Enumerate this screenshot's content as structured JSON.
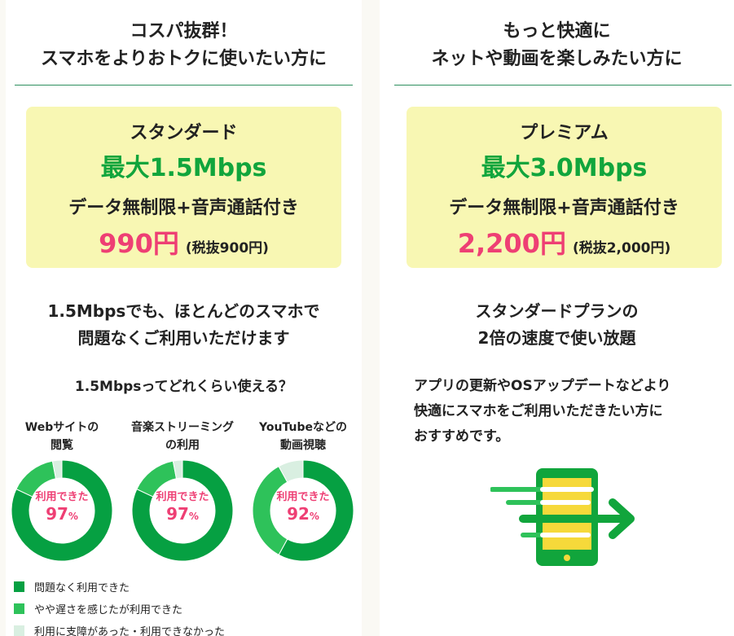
{
  "colors": {
    "dark_green": "#06a042",
    "mid_green": "#2ec25a",
    "pale_green": "#d9efe1",
    "pink": "#ee3f74",
    "card_bg": "#f8f7b3",
    "phone_yellow": "#f6d93a"
  },
  "left": {
    "heading_line1": "コスパ抜群！",
    "heading_line2": "スマホをよりおトクに使いたい方に",
    "card": {
      "plan": "スタンダード",
      "speed": "最大1.5Mbps",
      "desc": "データ無制限+音声通話付き",
      "price": "990円",
      "tax": "(税抜900円)"
    },
    "sub_line1": "1.5Mbpsでも、ほとんどのスマホで",
    "sub_line2": "問題なくご利用いただけます",
    "question": "1.5Mbpsってどれくらい使える？",
    "donuts": [
      {
        "label_line1": "Webサイトの",
        "label_line2": "閲覧",
        "caption": "利用できた",
        "percent": "97",
        "unit": "%",
        "no_issue_pct": 82,
        "slow_pct": 15,
        "fail_pct": 3
      },
      {
        "label_line1": "音楽ストリーミング",
        "label_line2": "の利用",
        "caption": "利用できた",
        "percent": "97",
        "unit": "%",
        "no_issue_pct": 82,
        "slow_pct": 15,
        "fail_pct": 3
      },
      {
        "label_line1": "YouTubeなどの",
        "label_line2": "動画視聴",
        "caption": "利用できた",
        "percent": "92",
        "unit": "%",
        "no_issue_pct": 58,
        "slow_pct": 34,
        "fail_pct": 8
      }
    ],
    "legend": [
      "問題なく利用できた",
      "やや遅さを感じたが利用できた",
      "利用に支障があった・利用できなかった"
    ]
  },
  "right": {
    "heading_line1": "もっと快適に",
    "heading_line2": "ネットや動画を楽しみたい方に",
    "card": {
      "plan": "プレミアム",
      "speed": "最大3.0Mbps",
      "desc": "データ無制限+音声通話付き",
      "price": "2,200円",
      "tax": "(税抜2,000円)"
    },
    "sub_line1": "スタンダードプランの",
    "sub_line2": "2倍の速度で使い放題",
    "text_line1": "アプリの更新やOSアップデートなどより",
    "text_line2": "快適にスマホをご利用いただきたい方に",
    "text_line3": "おすすめです。",
    "illustration": "fast-phone-icon"
  }
}
